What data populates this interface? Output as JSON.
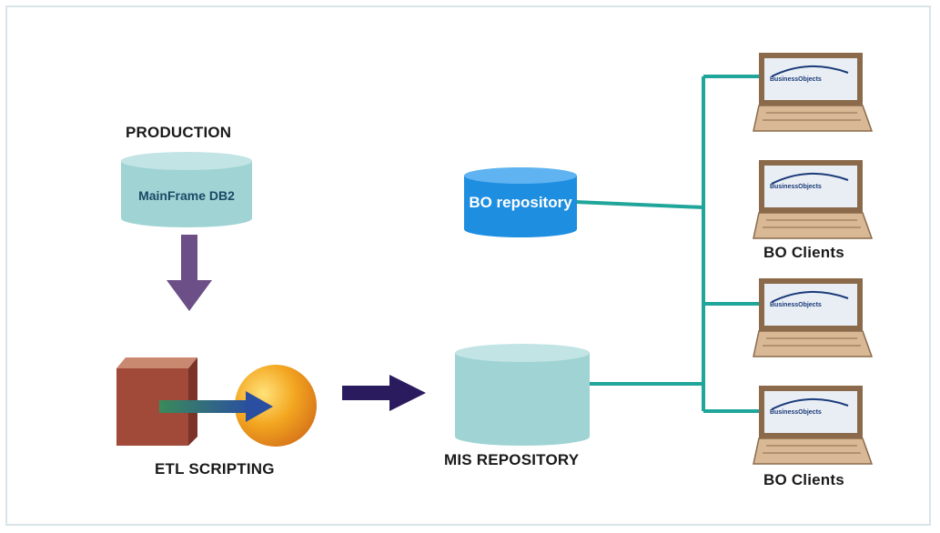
{
  "colors": {
    "connector": "#1fa59a",
    "cylinder_light": "#9fd3d4",
    "cylinder_blue": "#1e8ee0",
    "arrow_purple": "#6b4f86",
    "arrow_navy": "#2a1a5e",
    "box_red": "#a14a3a",
    "circle_orange": "#f0a020",
    "laptop_body": "#d9b895"
  },
  "production": {
    "title": "PRODUCTION",
    "db_label": "MainFrame DB2"
  },
  "etl": {
    "label": "ETL SCRIPTING"
  },
  "bo_repository": {
    "label": "BO repository"
  },
  "mis_repository": {
    "label": "MIS REPOSITORY"
  },
  "clients": {
    "label_upper": "BO Clients",
    "label_lower": "BO Clients",
    "screen_logo": "BusinessObjects"
  }
}
